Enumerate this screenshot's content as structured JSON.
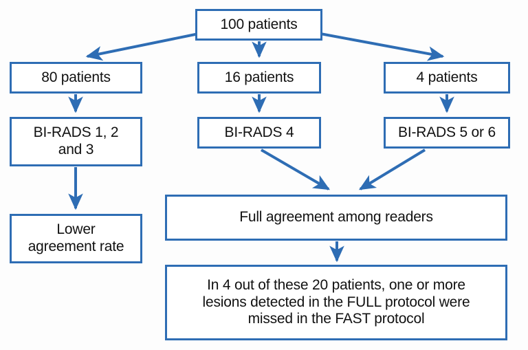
{
  "diagram": {
    "title": "Patient BI-RADS agreement flowchart",
    "accent_color": "#2E6DB4",
    "text_color": "#111111",
    "background_color": "#fdfdfd",
    "nodes": {
      "total": "100 patients",
      "group_left": "80 patients",
      "group_mid": "16 patients",
      "group_right": "4 patients",
      "birads_left": "BI-RADS 1, 2\nand 3",
      "birads_mid": "BI-RADS  4",
      "birads_right": "BI-RADS 5 or 6",
      "lower_agreement": "Lower\nagreement rate",
      "full_agreement": "Full agreement among readers",
      "summary": "In 4 out of these 20 patients, one or more\nlesions detected in the FULL protocol were\nmissed in the FAST protocol"
    },
    "edges": [
      {
        "name": "total-to-left",
        "from": "total",
        "to": "group_left",
        "style": "diagonal"
      },
      {
        "name": "total-to-mid",
        "from": "total",
        "to": "group_mid",
        "style": "vertical"
      },
      {
        "name": "total-to-right",
        "from": "total",
        "to": "group_right",
        "style": "diagonal"
      },
      {
        "name": "left-to-birads",
        "from": "group_left",
        "to": "birads_left",
        "style": "vertical"
      },
      {
        "name": "mid-to-birads",
        "from": "group_mid",
        "to": "birads_mid",
        "style": "vertical"
      },
      {
        "name": "right-to-birads",
        "from": "group_right",
        "to": "birads_right",
        "style": "vertical"
      },
      {
        "name": "birads-left-to-lower",
        "from": "birads_left",
        "to": "lower_agreement",
        "style": "vertical"
      },
      {
        "name": "birads-mid-to-full",
        "from": "birads_mid",
        "to": "full_agreement",
        "style": "diagonal"
      },
      {
        "name": "birads-right-to-full",
        "from": "birads_right",
        "to": "full_agreement",
        "style": "diagonal"
      },
      {
        "name": "full-to-summary",
        "from": "full_agreement",
        "to": "summary",
        "style": "vertical"
      }
    ]
  }
}
